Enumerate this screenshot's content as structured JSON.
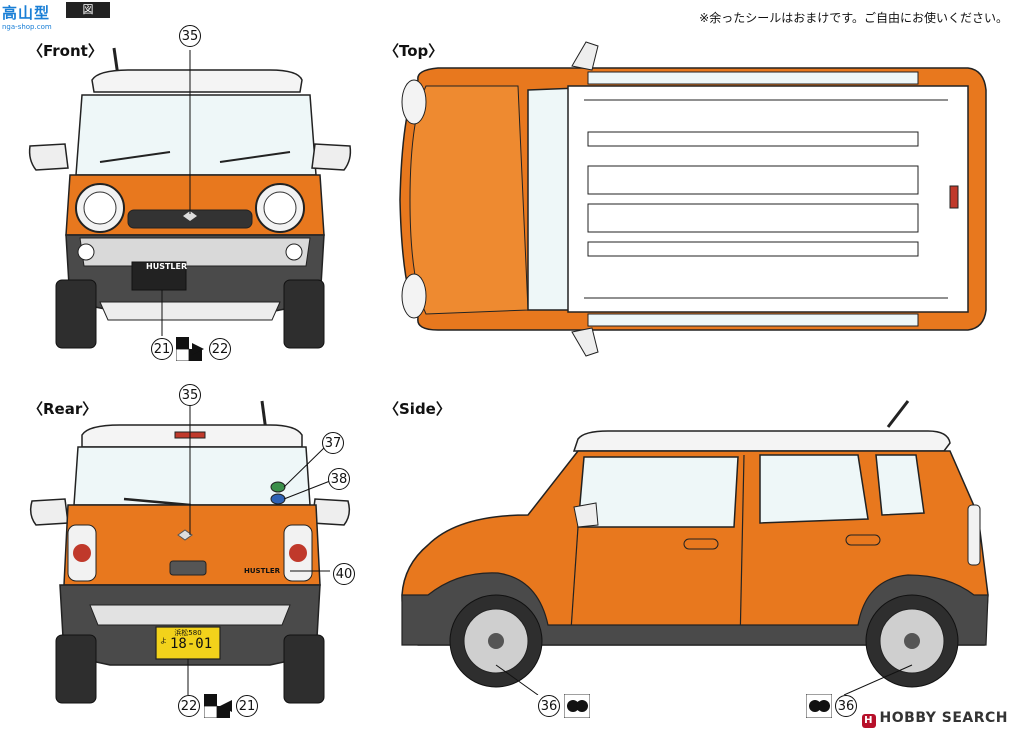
{
  "header": {
    "site_badge": "高山型",
    "site_url": "nga-shop.com",
    "note": "※余ったシールはおまけです。ご自由にお使いください。"
  },
  "views": {
    "front": "〈Front〉",
    "top": "〈Top〉",
    "rear": "〈Rear〉",
    "side": "〈Side〉"
  },
  "labels": {
    "front_badge": "HUSTLER",
    "rear_badge": "HUSTLER",
    "plate_top": "浜松580",
    "plate_kana": "よ",
    "plate_number": "18-01"
  },
  "callouts": {
    "c35_front": "35",
    "c21_front": "21",
    "c22_front": "22",
    "c35_rear": "35",
    "c37": "37",
    "c38": "38",
    "c40": "40",
    "c22_rear": "22",
    "c21_rear": "21",
    "c36_left": "36",
    "c36_right": "36"
  },
  "footer": {
    "logo_letter": "H",
    "brand": "HOBBY SEARCH"
  },
  "colors": {
    "body": "#e8781e",
    "roof": "#ffffff",
    "glass": "#e6f3f5",
    "dark": "#3a3a3a"
  }
}
